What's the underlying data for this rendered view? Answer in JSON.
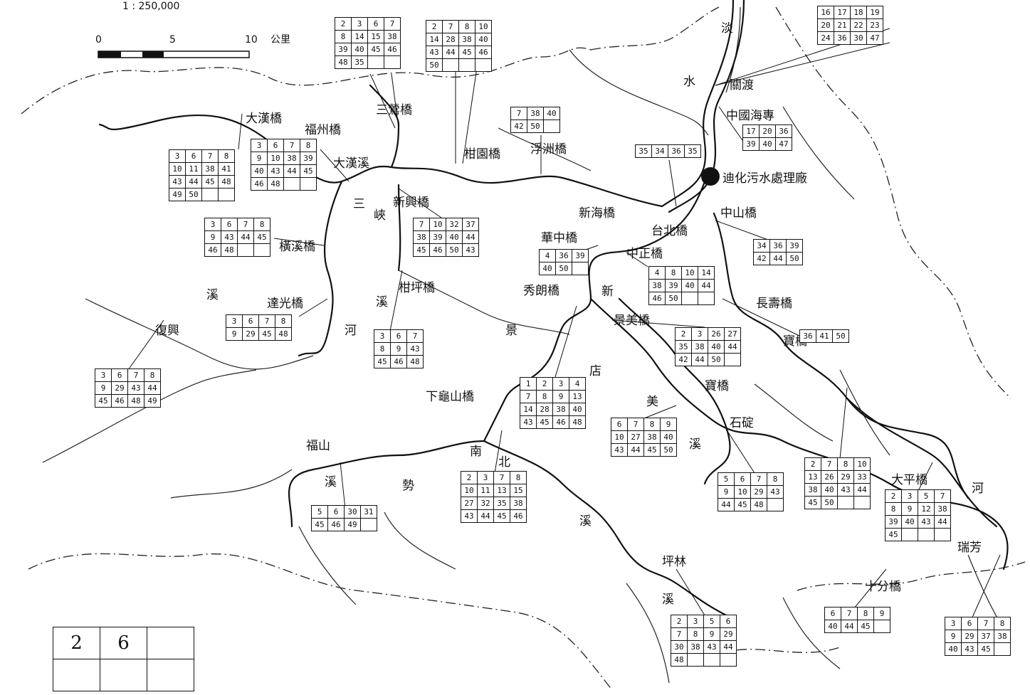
{
  "scale_ratio": "1 : 250,000",
  "scale_bar": {
    "ticks": [
      "0",
      "5",
      "10"
    ],
    "unit": "公里"
  },
  "plant": {
    "label": "迪化污水處理廠"
  },
  "place_labels": [
    {
      "id": "tamsui-1",
      "text": "淡"
    },
    {
      "id": "tamsui-2",
      "text": "水"
    },
    {
      "id": "guandu",
      "text": "關渡"
    },
    {
      "id": "zhonggang",
      "text": "中國海專"
    },
    {
      "id": "taipei-bridge",
      "text": "台北橋"
    },
    {
      "id": "zhongshan-bridge",
      "text": "中山橋"
    },
    {
      "id": "xinhai-bridge",
      "text": "新海橋"
    },
    {
      "id": "sanying-bridge",
      "text": "三鶯橋"
    },
    {
      "id": "dahan-bridge",
      "text": "大漢橋"
    },
    {
      "id": "dahan-river",
      "text": "大漢溪"
    },
    {
      "id": "fuzhou-bridge",
      "text": "福州橋"
    },
    {
      "id": "bridge-a",
      "text": "柑園橋"
    },
    {
      "id": "chengzhou-bridge",
      "text": "浮洲橋"
    },
    {
      "id": "xingfu-bridge",
      "text": "新興橋"
    },
    {
      "id": "sanxia-1",
      "text": "三"
    },
    {
      "id": "sanxia-2",
      "text": "峽"
    },
    {
      "id": "kaixuan-bridge",
      "text": "橫溪橋"
    },
    {
      "id": "shiquan-bridge",
      "text": "柑坪橋"
    },
    {
      "id": "hengxi",
      "text": "溪"
    },
    {
      "id": "creek-1",
      "text": "溪"
    },
    {
      "id": "creek-2",
      "text": "河"
    },
    {
      "id": "tiaoshi",
      "text": "達光橋"
    },
    {
      "id": "fuxing",
      "text": "復興"
    },
    {
      "id": "xindian-bridge",
      "text": "秀朗橋"
    },
    {
      "id": "xindian-1",
      "text": "新"
    },
    {
      "id": "xindian-2",
      "text": "店"
    },
    {
      "id": "huazhong",
      "text": "華中橋"
    },
    {
      "id": "zhongzheng",
      "text": "中正橋"
    },
    {
      "id": "changshou",
      "text": "長壽橋"
    },
    {
      "id": "baoqiao",
      "text": "寶橋"
    },
    {
      "id": "jing",
      "text": "景"
    },
    {
      "id": "jingmei",
      "text": "景美橋"
    },
    {
      "id": "xiguilin",
      "text": "下龜山橋"
    },
    {
      "id": "fushan",
      "text": "福山"
    },
    {
      "id": "nanshi",
      "text": "南"
    },
    {
      "id": "beishi",
      "text": "北"
    },
    {
      "id": "nanshi-2",
      "text": "勢"
    },
    {
      "id": "nanshi-3",
      "text": "溪"
    },
    {
      "id": "nanshi-4",
      "text": "溪"
    },
    {
      "id": "jingmei-2",
      "text": "美"
    },
    {
      "id": "jingmei-3",
      "text": "溪"
    },
    {
      "id": "shiding",
      "text": "石碇"
    },
    {
      "id": "pinglin",
      "text": "坪林"
    },
    {
      "id": "north-creek",
      "text": "溪"
    },
    {
      "id": "baoshi",
      "text": "寶橋"
    },
    {
      "id": "dagun",
      "text": "大平橋"
    },
    {
      "id": "shifen",
      "text": "十分橋"
    },
    {
      "id": "ruifang",
      "text": "瑞芳"
    },
    {
      "id": "keelung",
      "text": "河"
    }
  ],
  "station_grids": [
    {
      "id": "g-sanying-top",
      "rows": [
        [
          "2",
          "3",
          "6",
          "7"
        ],
        [
          "8",
          "14",
          "15",
          "38"
        ],
        [
          "39",
          "40",
          "45",
          "46"
        ],
        [
          "48",
          "35",
          "",
          ""
        ]
      ]
    },
    {
      "id": "g-ganyuan-top",
      "rows": [
        [
          "2",
          "7",
          "8",
          "10"
        ],
        [
          "14",
          "28",
          "38",
          "40"
        ],
        [
          "43",
          "44",
          "45",
          "46"
        ],
        [
          "50",
          "",
          "",
          ""
        ]
      ]
    },
    {
      "id": "g-guandu",
      "rows": [
        [
          "16",
          "17",
          "18",
          "19"
        ],
        [
          "20",
          "21",
          "22",
          "23"
        ],
        [
          "24",
          "36",
          "30",
          "47"
        ]
      ]
    },
    {
      "id": "g-fuzhou",
      "rows": [
        [
          "7",
          "38",
          "40"
        ],
        [
          "42",
          "50",
          ""
        ]
      ]
    },
    {
      "id": "g-zhonggang",
      "rows": [
        [
          "17",
          "20",
          "36"
        ],
        [
          "39",
          "40",
          "47"
        ]
      ]
    },
    {
      "id": "g-taipei",
      "rows": [
        [
          "35",
          "34",
          "36",
          "35"
        ]
      ]
    },
    {
      "id": "g-daxi",
      "rows": [
        [
          "3",
          "6",
          "7",
          "8"
        ],
        [
          "10",
          "11",
          "38",
          "41"
        ],
        [
          "43",
          "44",
          "45",
          "48"
        ],
        [
          "49",
          "50",
          "",
          ""
        ]
      ]
    },
    {
      "id": "g-dahan",
      "rows": [
        [
          "3",
          "6",
          "7",
          "8"
        ],
        [
          "9",
          "10",
          "38",
          "39"
        ],
        [
          "40",
          "43",
          "44",
          "45"
        ],
        [
          "46",
          "48",
          "",
          ""
        ]
      ]
    },
    {
      "id": "g-xingfu",
      "rows": [
        [
          "7",
          "10",
          "32",
          "37"
        ],
        [
          "38",
          "39",
          "40",
          "44"
        ],
        [
          "45",
          "46",
          "50",
          "43"
        ]
      ]
    },
    {
      "id": "g-sanxia-w",
      "rows": [
        [
          "3",
          "6",
          "7",
          "8"
        ],
        [
          "9",
          "43",
          "44",
          "45"
        ],
        [
          "46",
          "48",
          "",
          ""
        ]
      ]
    },
    {
      "id": "g-huazhong",
      "rows": [
        [
          "4",
          "36",
          "39"
        ],
        [
          "40",
          "50",
          ""
        ]
      ]
    },
    {
      "id": "g-zhongzheng",
      "rows": [
        [
          "4",
          "8",
          "10",
          "14"
        ],
        [
          "38",
          "39",
          "40",
          "44"
        ],
        [
          "46",
          "50",
          "",
          ""
        ]
      ]
    },
    {
      "id": "g-zhongshan",
      "rows": [
        [
          "34",
          "36",
          "39"
        ],
        [
          "42",
          "44",
          "50"
        ]
      ]
    },
    {
      "id": "g-tiaoshi",
      "rows": [
        [
          "3",
          "6",
          "7",
          "8"
        ],
        [
          "9",
          "29",
          "45",
          "48"
        ]
      ]
    },
    {
      "id": "g-shiquan",
      "rows": [
        [
          "3",
          "6",
          "7"
        ],
        [
          "8",
          "9",
          "43"
        ],
        [
          "45",
          "46",
          "48"
        ]
      ]
    },
    {
      "id": "g-changshou",
      "rows": [
        [
          "36",
          "41",
          "50"
        ]
      ]
    },
    {
      "id": "g-jingmei",
      "rows": [
        [
          "2",
          "3",
          "26",
          "27"
        ],
        [
          "35",
          "38",
          "40",
          "44"
        ],
        [
          "42",
          "44",
          "50",
          ""
        ]
      ]
    },
    {
      "id": "g-fuxing",
      "rows": [
        [
          "3",
          "6",
          "7",
          "8"
        ],
        [
          "9",
          "29",
          "43",
          "44"
        ],
        [
          "45",
          "46",
          "48",
          "49"
        ]
      ]
    },
    {
      "id": "g-xindian",
      "rows": [
        [
          "1",
          "2",
          "3",
          "4"
        ],
        [
          "7",
          "8",
          "9",
          "13"
        ],
        [
          "14",
          "28",
          "38",
          "40"
        ],
        [
          "43",
          "45",
          "46",
          "48"
        ]
      ]
    },
    {
      "id": "g-jingmei-s",
      "rows": [
        [
          "6",
          "7",
          "8",
          "9"
        ],
        [
          "10",
          "27",
          "38",
          "40"
        ],
        [
          "43",
          "44",
          "45",
          "50"
        ]
      ]
    },
    {
      "id": "g-baoqiao",
      "rows": [
        [
          "2",
          "7",
          "8",
          "10"
        ],
        [
          "13",
          "26",
          "29",
          "33"
        ],
        [
          "38",
          "40",
          "43",
          "44"
        ],
        [
          "45",
          "50",
          "",
          ""
        ]
      ]
    },
    {
      "id": "g-shiding",
      "rows": [
        [
          "5",
          "6",
          "7",
          "8"
        ],
        [
          "9",
          "10",
          "29",
          "43"
        ],
        [
          "44",
          "45",
          "48",
          ""
        ]
      ]
    },
    {
      "id": "g-fushan",
      "rows": [
        [
          "5",
          "6",
          "30",
          "31"
        ],
        [
          "45",
          "46",
          "49",
          ""
        ]
      ]
    },
    {
      "id": "g-nanshi",
      "rows": [
        [
          "2",
          "3",
          "7",
          "8"
        ],
        [
          "10",
          "11",
          "13",
          "15"
        ],
        [
          "27",
          "32",
          "35",
          "38"
        ],
        [
          "43",
          "44",
          "45",
          "46"
        ]
      ]
    },
    {
      "id": "g-dagun",
      "rows": [
        [
          "2",
          "3",
          "5",
          "7"
        ],
        [
          "8",
          "9",
          "12",
          "38"
        ],
        [
          "39",
          "40",
          "43",
          "44"
        ],
        [
          "45",
          "",
          "",
          ""
        ]
      ]
    },
    {
      "id": "g-pinglin",
      "rows": [
        [
          "2",
          "3",
          "5",
          "6"
        ],
        [
          "7",
          "8",
          "9",
          "29"
        ],
        [
          "30",
          "38",
          "43",
          "44"
        ],
        [
          "48",
          "",
          "",
          ""
        ]
      ]
    },
    {
      "id": "g-shifen",
      "rows": [
        [
          "6",
          "7",
          "8",
          "9"
        ],
        [
          "40",
          "44",
          "45",
          ""
        ]
      ]
    },
    {
      "id": "g-ruifang",
      "rows": [
        [
          "3",
          "6",
          "7",
          "8"
        ],
        [
          "9",
          "29",
          "37",
          "38"
        ],
        [
          "40",
          "43",
          "45",
          ""
        ]
      ]
    }
  ],
  "legend_box": {
    "rows": [
      [
        "2",
        "6",
        ""
      ],
      [
        "",
        "",
        ""
      ]
    ]
  }
}
